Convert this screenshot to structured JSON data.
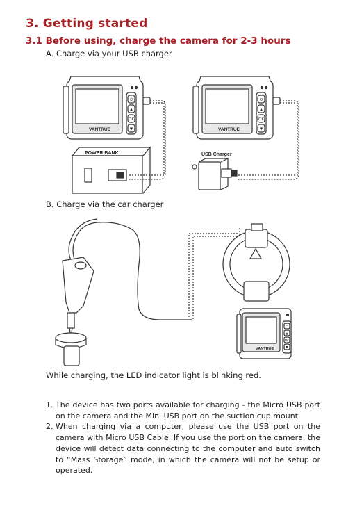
{
  "section": {
    "title": "3.  Getting started",
    "subtitle": "3.1 Before using, charge the camera for 2-3 hours"
  },
  "option_a": {
    "label": "A. Charge via your USB charger"
  },
  "option_b": {
    "label": "B. Charge via the car charger"
  },
  "figure_a": {
    "camera_brand": "VANTRUE",
    "camera_buttons": [
      "⏻",
      "▲",
      "OK",
      "▼"
    ],
    "power_bank_label": "POWER BANK",
    "usb_charger_label": "USB Charger"
  },
  "figure_b": {
    "camera_brand": "VANTRUE",
    "camera_buttons": [
      "⏻",
      "▲",
      "OK",
      "▼"
    ]
  },
  "charging_note": "While charging, the LED indicator light is blinking red.",
  "list": [
    {
      "num": "1.",
      "text": "The device has two ports available for charging - the Micro USB port on the camera and the Mini USB port on the suction cup mount."
    },
    {
      "num": "2.",
      "text": "When charging via a computer, please use the USB port on the camera with Micro USB Cable. If you use the port on the camera, the device will detect data connecting to the computer and auto switch to “Mass Storage” mode, in which the camera will not be setup or operated."
    }
  ],
  "colors": {
    "heading": "#a81f24",
    "text": "#222222",
    "line_art": "#333333"
  }
}
